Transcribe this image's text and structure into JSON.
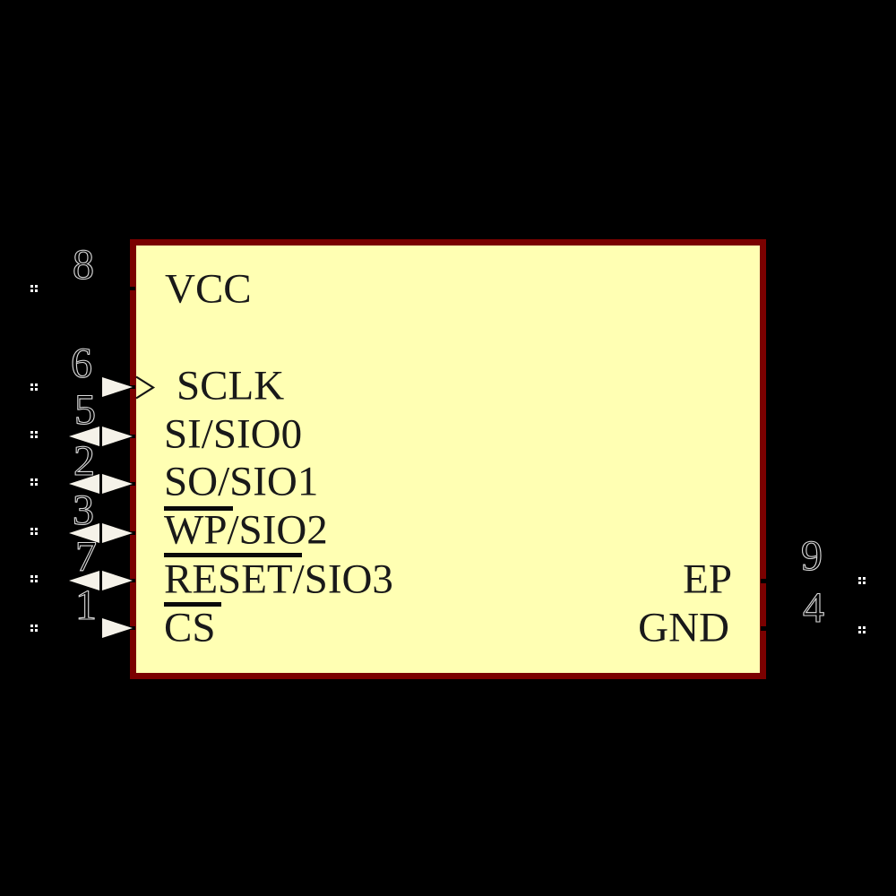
{
  "component": {
    "kind": "schematic-ic-symbol",
    "colors": {
      "background": "#000000",
      "body_fill": "#ffffb3",
      "body_border": "#7b0100",
      "label_text": "#191919",
      "pin_arrow_fill": "#f5f2e9",
      "pin_number_outline": "#d9d9d9",
      "connection_dot": "#ffffff"
    },
    "icons": {
      "input_arrow": "filled right-pointing triangle",
      "bidirectional_arrow": "filled left+right triangle pair",
      "clock_input": "open chevron on body edge",
      "connection_dots": "2x2 white dot cluster"
    }
  },
  "pins": {
    "left": [
      {
        "number": "8",
        "label": "VCC",
        "type": "power"
      },
      {
        "number": "6",
        "label": "SCLK",
        "type": "clock-input"
      },
      {
        "number": "5",
        "label": "SI/SIO0",
        "type": "bidirectional"
      },
      {
        "number": "2",
        "label": "SO/SIO1",
        "type": "bidirectional"
      },
      {
        "number": "3",
        "label": "WP/SIO2",
        "type": "bidirectional",
        "active_low_bar_over": "WP"
      },
      {
        "number": "7",
        "label": "RESET/SIO3",
        "type": "bidirectional",
        "active_low_bar_over": "RESET"
      },
      {
        "number": "1",
        "label": "CS",
        "type": "input",
        "active_low_bar_over": "CS"
      }
    ],
    "right": [
      {
        "number": "9",
        "label": "EP",
        "type": "passive"
      },
      {
        "number": "4",
        "label": "GND",
        "type": "power"
      }
    ]
  }
}
